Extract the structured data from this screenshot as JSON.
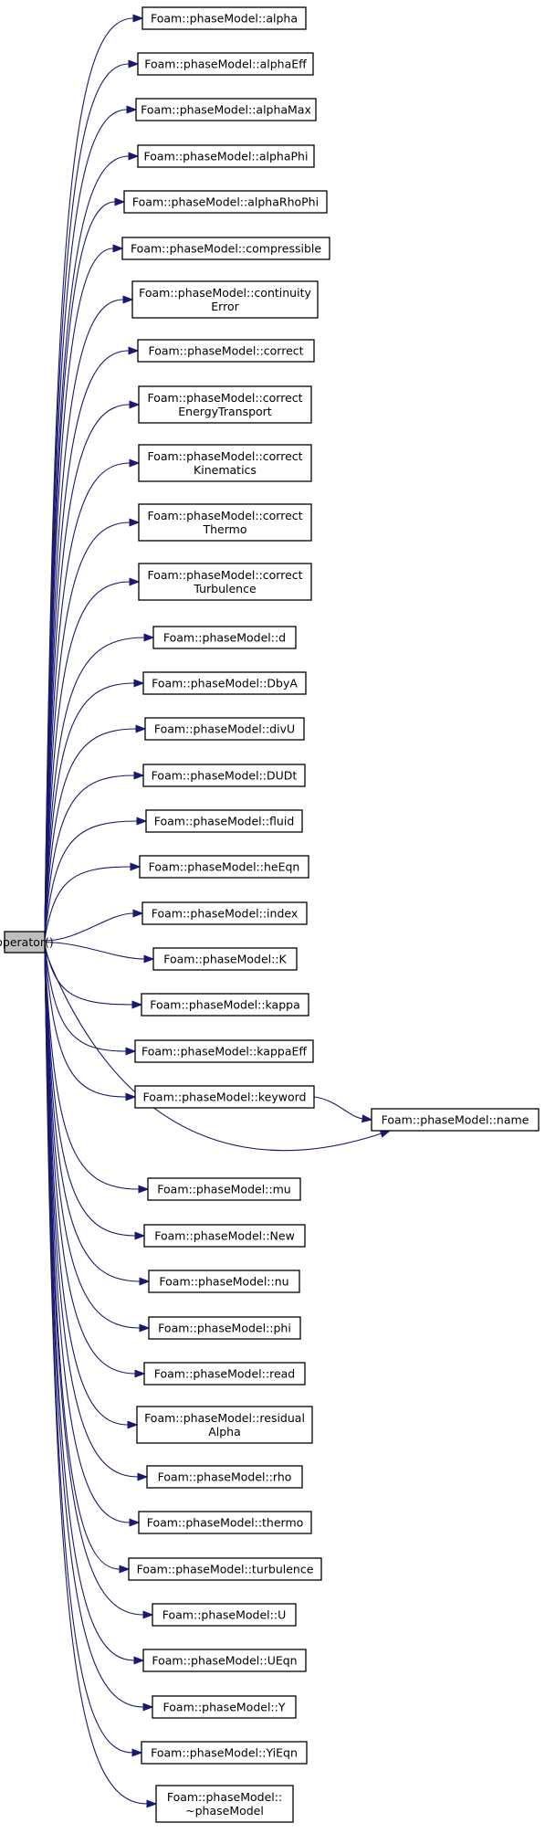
{
  "graph": {
    "root": {
      "id": "op",
      "lines": [
        "operator()"
      ]
    },
    "nodes": [
      {
        "id": "alpha",
        "lines": [
          "Foam::phaseModel::alpha"
        ]
      },
      {
        "id": "alphaEff",
        "lines": [
          "Foam::phaseModel::alphaEff"
        ]
      },
      {
        "id": "alphaMax",
        "lines": [
          "Foam::phaseModel::alphaMax"
        ]
      },
      {
        "id": "alphaPhi",
        "lines": [
          "Foam::phaseModel::alphaPhi"
        ]
      },
      {
        "id": "alphaRhoPhi",
        "lines": [
          "Foam::phaseModel::alphaRhoPhi"
        ]
      },
      {
        "id": "compressible",
        "lines": [
          "Foam::phaseModel::compressible"
        ]
      },
      {
        "id": "continuityError",
        "lines": [
          "Foam::phaseModel::continuity",
          "Error"
        ]
      },
      {
        "id": "correct",
        "lines": [
          "Foam::phaseModel::correct"
        ]
      },
      {
        "id": "correctEnergyTransport",
        "lines": [
          "Foam::phaseModel::correct",
          "EnergyTransport"
        ]
      },
      {
        "id": "correctKinematics",
        "lines": [
          "Foam::phaseModel::correct",
          "Kinematics"
        ]
      },
      {
        "id": "correctThermo",
        "lines": [
          "Foam::phaseModel::correct",
          "Thermo"
        ]
      },
      {
        "id": "correctTurbulence",
        "lines": [
          "Foam::phaseModel::correct",
          "Turbulence"
        ]
      },
      {
        "id": "d",
        "lines": [
          "Foam::phaseModel::d"
        ]
      },
      {
        "id": "DbyA",
        "lines": [
          "Foam::phaseModel::DbyA"
        ]
      },
      {
        "id": "divU",
        "lines": [
          "Foam::phaseModel::divU"
        ]
      },
      {
        "id": "DUDt",
        "lines": [
          "Foam::phaseModel::DUDt"
        ]
      },
      {
        "id": "fluid",
        "lines": [
          "Foam::phaseModel::fluid"
        ]
      },
      {
        "id": "heEqn",
        "lines": [
          "Foam::phaseModel::heEqn"
        ]
      },
      {
        "id": "index",
        "lines": [
          "Foam::phaseModel::index"
        ]
      },
      {
        "id": "K",
        "lines": [
          "Foam::phaseModel::K"
        ]
      },
      {
        "id": "kappa",
        "lines": [
          "Foam::phaseModel::kappa"
        ]
      },
      {
        "id": "kappaEff",
        "lines": [
          "Foam::phaseModel::kappaEff"
        ]
      },
      {
        "id": "keyword",
        "lines": [
          "Foam::phaseModel::keyword"
        ]
      },
      {
        "id": "name",
        "lines": [
          "Foam::phaseModel::name"
        ]
      },
      {
        "id": "mu",
        "lines": [
          "Foam::phaseModel::mu"
        ]
      },
      {
        "id": "New",
        "lines": [
          "Foam::phaseModel::New"
        ]
      },
      {
        "id": "nu",
        "lines": [
          "Foam::phaseModel::nu"
        ]
      },
      {
        "id": "phi",
        "lines": [
          "Foam::phaseModel::phi"
        ]
      },
      {
        "id": "read",
        "lines": [
          "Foam::phaseModel::read"
        ]
      },
      {
        "id": "residualAlpha",
        "lines": [
          "Foam::phaseModel::residual",
          "Alpha"
        ]
      },
      {
        "id": "rho",
        "lines": [
          "Foam::phaseModel::rho"
        ]
      },
      {
        "id": "thermo",
        "lines": [
          "Foam::phaseModel::thermo"
        ]
      },
      {
        "id": "turbulence",
        "lines": [
          "Foam::phaseModel::turbulence"
        ]
      },
      {
        "id": "U",
        "lines": [
          "Foam::phaseModel::U"
        ]
      },
      {
        "id": "UEqn",
        "lines": [
          "Foam::phaseModel::UEqn"
        ]
      },
      {
        "id": "Y",
        "lines": [
          "Foam::phaseModel::Y"
        ]
      },
      {
        "id": "YiEqn",
        "lines": [
          "Foam::phaseModel::YiEqn"
        ]
      },
      {
        "id": "dtor",
        "lines": [
          "Foam::phaseModel::",
          "~phaseModel"
        ]
      }
    ],
    "edges": [
      [
        "op",
        "alpha"
      ],
      [
        "op",
        "alphaEff"
      ],
      [
        "op",
        "alphaMax"
      ],
      [
        "op",
        "alphaPhi"
      ],
      [
        "op",
        "alphaRhoPhi"
      ],
      [
        "op",
        "compressible"
      ],
      [
        "op",
        "continuityError"
      ],
      [
        "op",
        "correct"
      ],
      [
        "op",
        "correctEnergyTransport"
      ],
      [
        "op",
        "correctKinematics"
      ],
      [
        "op",
        "correctThermo"
      ],
      [
        "op",
        "correctTurbulence"
      ],
      [
        "op",
        "d"
      ],
      [
        "op",
        "DbyA"
      ],
      [
        "op",
        "divU"
      ],
      [
        "op",
        "DUDt"
      ],
      [
        "op",
        "fluid"
      ],
      [
        "op",
        "heEqn"
      ],
      [
        "op",
        "index"
      ],
      [
        "op",
        "K"
      ],
      [
        "op",
        "kappa"
      ],
      [
        "op",
        "kappaEff"
      ],
      [
        "op",
        "keyword"
      ],
      [
        "op",
        "name"
      ],
      [
        "keyword",
        "name"
      ],
      [
        "op",
        "mu"
      ],
      [
        "op",
        "New"
      ],
      [
        "op",
        "nu"
      ],
      [
        "op",
        "phi"
      ],
      [
        "op",
        "read"
      ],
      [
        "op",
        "residualAlpha"
      ],
      [
        "op",
        "rho"
      ],
      [
        "op",
        "thermo"
      ],
      [
        "op",
        "turbulence"
      ],
      [
        "op",
        "U"
      ],
      [
        "op",
        "UEqn"
      ],
      [
        "op",
        "Y"
      ],
      [
        "op",
        "YiEqn"
      ],
      [
        "op",
        "dtor"
      ]
    ],
    "colors": {
      "edge": "#191970",
      "root_fill": "#bfbfbf",
      "node_fill": "#ffffff",
      "border": "#000000"
    }
  }
}
